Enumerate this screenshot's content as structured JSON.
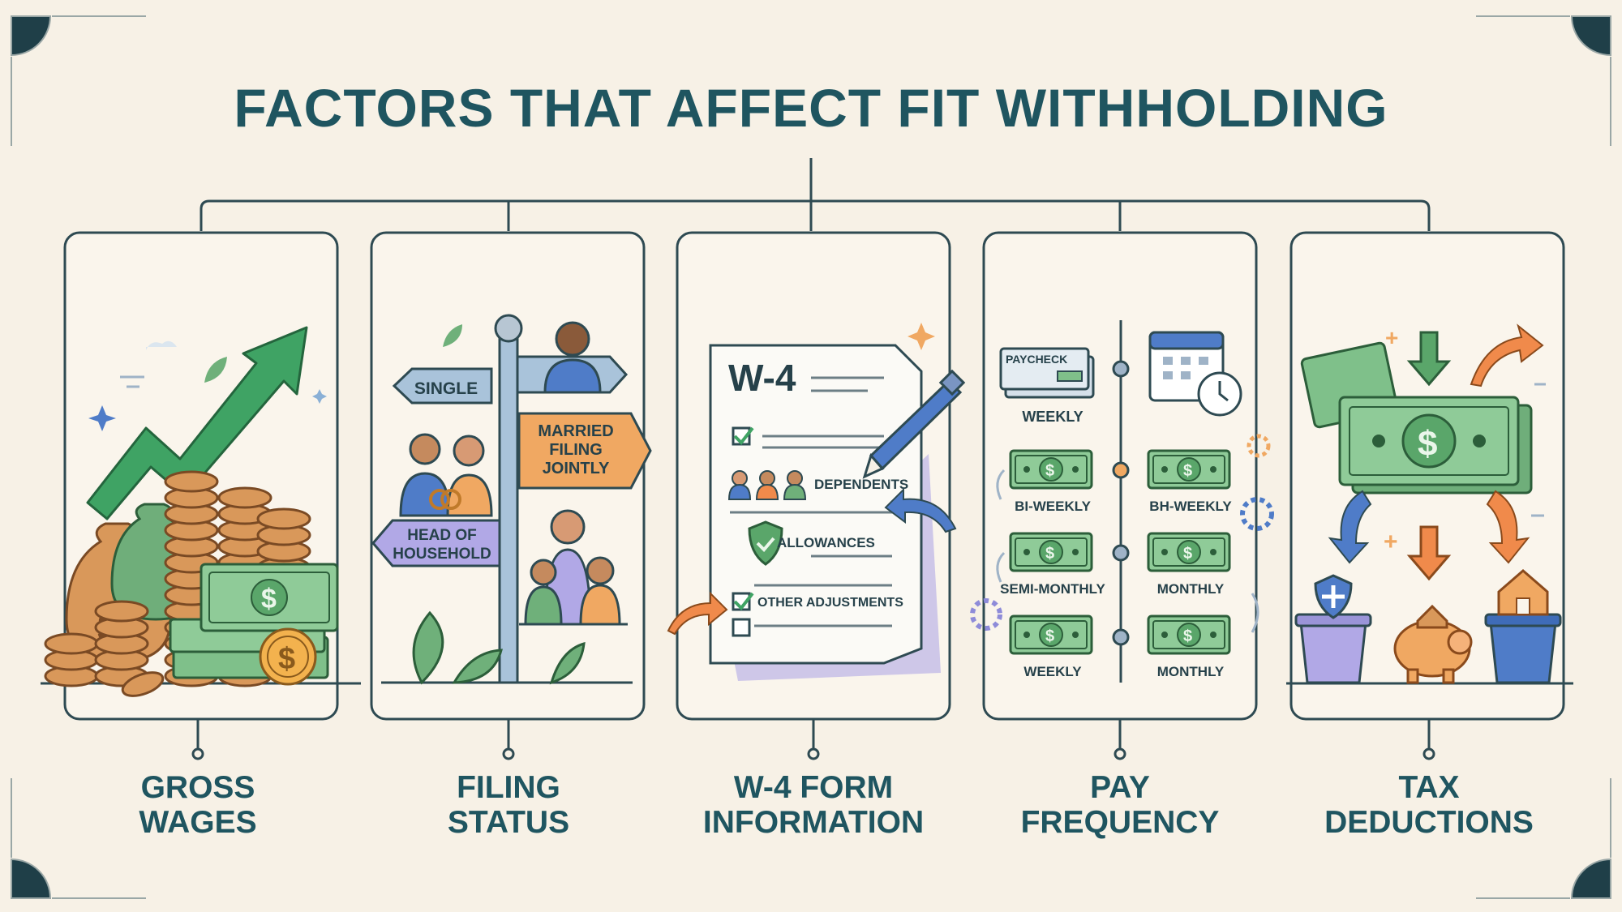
{
  "title": "FACTORS THAT AFFECT FIT WITHHOLDING",
  "colors": {
    "background": "#f7f1e6",
    "title": "#1f5560",
    "green": "#4caf6a",
    "money": "#7fc08a",
    "coin": "#d9985a",
    "orange": "#f08a4b",
    "blue": "#4f7cc8",
    "purple": "#8e8bd9"
  },
  "factors": [
    {
      "caption_line1": "GROSS",
      "caption_line2": "WAGES"
    },
    {
      "caption_line1": "FILING",
      "caption_line2": "STATUS",
      "signs": {
        "single": "SINGLE",
        "married_line1": "MARRIED",
        "married_line2": "FILING",
        "married_line3": "JOINTLY",
        "hoh_line1": "HEAD OF",
        "hoh_line2": "HOUSEHOLD"
      }
    },
    {
      "caption_line1": "W-4 FORM",
      "caption_line2": "INFORMATION",
      "form_title": "W-4",
      "items": {
        "dependents": "DEPENDENTS",
        "allowances": "ALLOWANCES",
        "other": "OTHER ADJUSTMENTS"
      }
    },
    {
      "caption_line1": "PAY",
      "caption_line2": "FREQUENCY",
      "paycheck": "PAYCHECK",
      "labels": {
        "weekly_top": "WEEKLY",
        "biweekly_left": "BI-WEEKLY",
        "biweekly_right": "BH-WEEKLY",
        "semimonthly": "SEMI-MONTHLY",
        "monthly_mid": "MONTHLY",
        "weekly_bottom": "WEEKLY",
        "monthly_bottom": "MONTHLY"
      }
    },
    {
      "caption_line1": "TAX",
      "caption_line2": "DEDUCTIONS"
    }
  ]
}
